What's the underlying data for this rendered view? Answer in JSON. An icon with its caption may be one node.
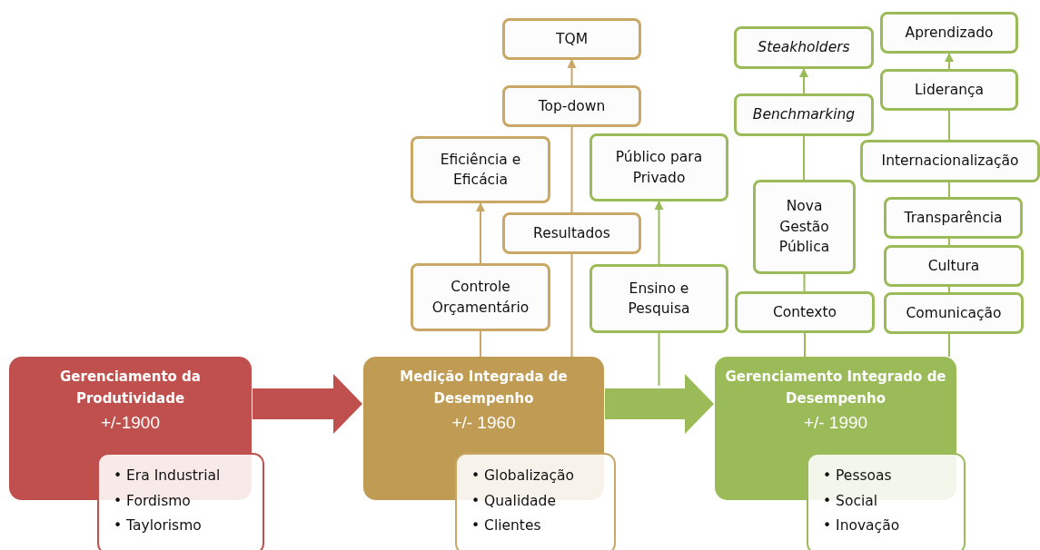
{
  "diagram": {
    "nodes": [
      {
        "text": [
          "Gerenciamento da Produtividade",
          "+/-1900"
        ]
      },
      {
        "text": [
          "• Era Industrial",
          "• Fordismo",
          "• Taylorismo"
        ]
      },
      {
        "text": [
          "Medição Integrada de Desempenho",
          "+/- 1960"
        ]
      },
      {
        "text": [
          "• Globalização",
          "• Qualidade",
          "• Clientes"
        ]
      },
      {
        "text": [
          "Gerenciamento Integrado de Desempenho",
          "+/- 1990"
        ]
      },
      {
        "text": [
          "• Pessoas",
          "• Social",
          "• Inovação"
        ]
      },
      {
        "text": [
          "TQM"
        ]
      },
      {
        "text": [
          "Top-down"
        ]
      },
      {
        "text": [
          "Eficiência e Eficácia"
        ]
      },
      {
        "text": [
          "Resultados"
        ]
      },
      {
        "text": [
          "Controle Orçamentário"
        ]
      },
      {
        "text": [
          "Público para Privado"
        ]
      },
      {
        "text": [
          "Ensino e Pesquisa"
        ]
      },
      {
        "text": [
          "Steakholders"
        ]
      },
      {
        "text": [
          "Benchmarking"
        ]
      },
      {
        "text": [
          "Nova Gestão Pública"
        ]
      },
      {
        "text": [
          "Contexto"
        ]
      },
      {
        "text": [
          "Aprendizado"
        ]
      },
      {
        "text": [
          "Liderança"
        ]
      },
      {
        "text": [
          "Internacionalização"
        ]
      },
      {
        "text": [
          "Transparência"
        ]
      },
      {
        "text": [
          "Cultura"
        ]
      },
      {
        "text": [
          "Comunicação"
        ]
      }
    ],
    "edges": [
      {
        "from": 0,
        "to": 2,
        "arrow": "to",
        "style": "thick",
        "color": "#c0504d"
      },
      {
        "from": 2,
        "to": 4,
        "arrow": "to",
        "style": "thick"
      },
      {
        "from": 2,
        "to": 10,
        "arrow": "none",
        "color": "#c9a765"
      },
      {
        "from": 10,
        "to": 8,
        "arrow": "to",
        "color": "#c9a765"
      },
      {
        "from": 2,
        "to": 9,
        "arrow": "none",
        "color": "#c9a765"
      },
      {
        "from": 9,
        "to": 7,
        "arrow": "none",
        "color": "#c9a765"
      },
      {
        "from": 7,
        "to": 6,
        "arrow": "to",
        "color": "#c9a765"
      },
      {
        "from": null,
        "to": 12,
        "arrow": "none"
      },
      {
        "from": 12,
        "to": 11,
        "arrow": "to"
      },
      {
        "from": 4,
        "to": 16,
        "arrow": "none"
      },
      {
        "from": 16,
        "to": 15,
        "arrow": "none"
      },
      {
        "from": 15,
        "to": 14,
        "arrow": "none"
      },
      {
        "from": 14,
        "to": 13,
        "arrow": "to"
      },
      {
        "from": 4,
        "to": 22,
        "arrow": "none"
      },
      {
        "from": 22,
        "to": 21,
        "arrow": "none"
      },
      {
        "from": 21,
        "to": 20,
        "arrow": "none"
      },
      {
        "from": 20,
        "to": 19,
        "arrow": "none"
      },
      {
        "from": 19,
        "to": 18,
        "arrow": "none"
      },
      {
        "from": 18,
        "to": 17,
        "arrow": "to"
      }
    ]
  }
}
